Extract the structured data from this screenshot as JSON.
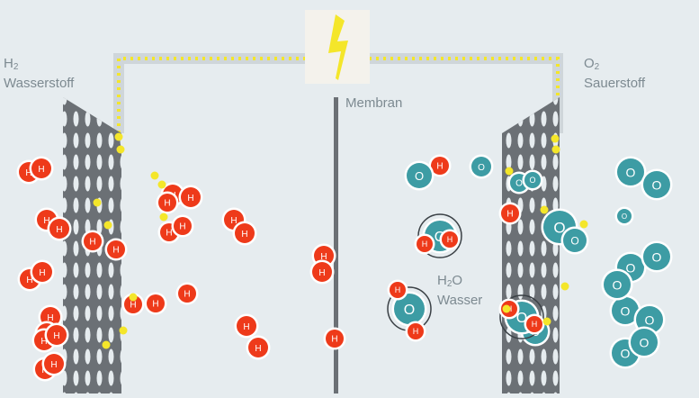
{
  "labels": {
    "h2_formula": "H",
    "h2_subscript": "2",
    "h2_name": "Wasserstoff",
    "o2_formula": "O",
    "o2_subscript": "2",
    "o2_name": "Sauerstoff",
    "membrane": "Membran",
    "water_formula_h": "H",
    "water_subscript": "2",
    "water_formula_o": "O",
    "water_name": "Wasser"
  },
  "symbols": {
    "hydrogen": "H",
    "hydrogen_ion": "H",
    "oxygen": "O",
    "oxygen_ion": "O"
  },
  "icons": {
    "power": "lightning-bolt-icon"
  },
  "colors": {
    "background": "#e6ecef",
    "electrode": "#6b7075",
    "hydrogen": "#ee3a1a",
    "oxygen": "#3d9ca4",
    "electron": "#f4e62a",
    "wire": "#cfd6da",
    "membrane": "#6b7075",
    "text": "#7d8a91",
    "bolt_box": "#f4f2ec"
  }
}
